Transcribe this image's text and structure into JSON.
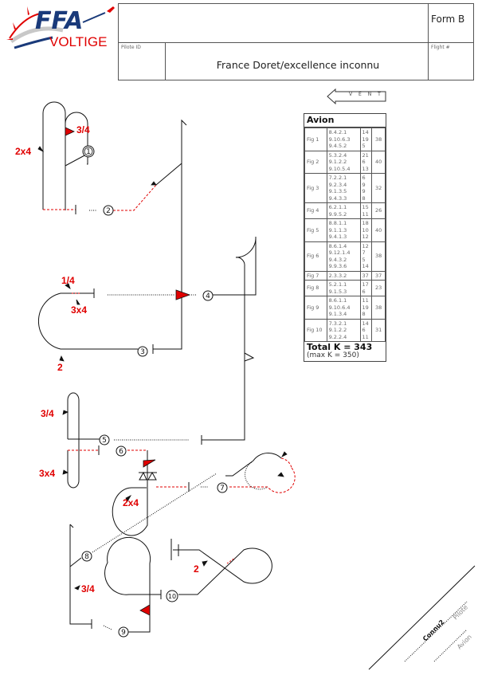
{
  "header": {
    "logo": {
      "top_text": "FFA",
      "bottom_text": "VOLTIGE"
    },
    "form": "Form B",
    "pilote_id_label": "Pilote ID",
    "flight_label": "Flight #",
    "pilot_name": "France Doret/excellence inconnu",
    "wind_label": "V E N T"
  },
  "ktable": {
    "title": "Avion",
    "rows": [
      {
        "fig": "Fig 1",
        "cat": "8.4.2.1\n9.10.6.3\n9.4.5.2",
        "k": "14\n19\n5",
        "total": "38"
      },
      {
        "fig": "Fig 2",
        "cat": "5.3.2.4\n9.1.2.2\n9.10.5.4",
        "k": "21\n6\n13",
        "total": "40"
      },
      {
        "fig": "Fig 3",
        "cat": "7.2.2.1\n9.2.3.4\n9.1.3.5\n9.4.3.3",
        "k": "6\n9\n9\n8",
        "total": "32"
      },
      {
        "fig": "Fig 4",
        "cat": "6.2.1.1\n9.9.5.2",
        "k": "15\n11",
        "total": "26"
      },
      {
        "fig": "Fig 5",
        "cat": "8.8.1.1\n9.1.1.3\n9.4.1.3",
        "k": "18\n10\n12",
        "total": "40"
      },
      {
        "fig": "Fig 6",
        "cat": "8.6.1.4\n9.12.1.4\n9.4.3.2\n9.9.3.6",
        "k": "12\n7\n5\n14",
        "total": "38"
      },
      {
        "fig": "Fig 7",
        "cat": "2.3.3.2",
        "k": "37",
        "total": "37"
      },
      {
        "fig": "Fig 8",
        "cat": "5.2.1.1\n9.1.5.3",
        "k": "17\n6",
        "total": "23"
      },
      {
        "fig": "Fig 9",
        "cat": "8.6.1.1\n9.10.6.4\n9.1.3.4",
        "k": "11\n19\n8",
        "total": "38"
      },
      {
        "fig": "Fig 10",
        "cat": "7.3.2.1\n9.1.2.2\n9.2.2.4",
        "k": "14\n6\n11",
        "total": "31"
      }
    ],
    "total": "Total K = 343",
    "max": "(max K = 350)"
  },
  "figures": {
    "numbers": [
      "1",
      "2",
      "3",
      "4",
      "5",
      "6",
      "7",
      "8",
      "9",
      "10"
    ],
    "roll_labels": {
      "f1_top": "3/4",
      "f1_left": "2x4",
      "f3_quarter": "1/4",
      "f3_three": "3x4",
      "f3_two": "2",
      "f5_top": "3/4",
      "f5_bottom": "3x4",
      "f6_roll": "2x4",
      "f8_roll": "3/4",
      "f10_roll": "2"
    }
  },
  "signature": {
    "name": "Connu2",
    "pilote": "Pilote",
    "avion": "Avion"
  },
  "colors": {
    "accent": "#e00000",
    "line": "#111111",
    "logo_blue": "#1a3a7a"
  }
}
